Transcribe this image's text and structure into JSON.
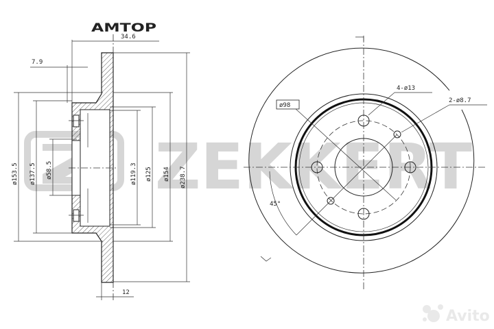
{
  "brand_top": "AMTOP",
  "watermark": "ZEKKERT",
  "avito": "Avito",
  "side_view": {
    "offset_dim": "34.6",
    "hat_step_dim": "7.9",
    "thickness_dim": "12",
    "diameters": [
      "ø153.5",
      "ø137.5",
      "ø58.5",
      "ø119.3",
      "ø125",
      "ø154",
      "ø238.7"
    ]
  },
  "front_view": {
    "pcd": "ø98",
    "bolt_holes": "4-ø13",
    "small_holes": "2-ø8.7",
    "angle": "45°"
  },
  "colors": {
    "line": "#222222",
    "watermark": "#d6d6d6"
  }
}
